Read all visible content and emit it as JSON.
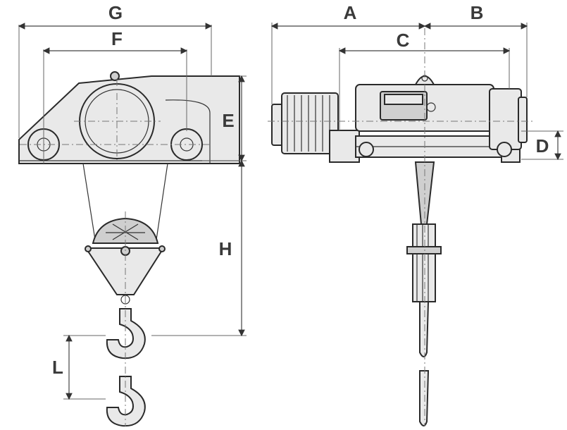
{
  "dimension_labels": {
    "G": "G",
    "F": "F",
    "E": "E",
    "H": "H",
    "L": "L",
    "A": "A",
    "B": "B",
    "C": "C",
    "D": "D"
  },
  "colors": {
    "line": "#2a2a2a",
    "fill": "#e9e9e9",
    "label": "#3a3a3a"
  }
}
